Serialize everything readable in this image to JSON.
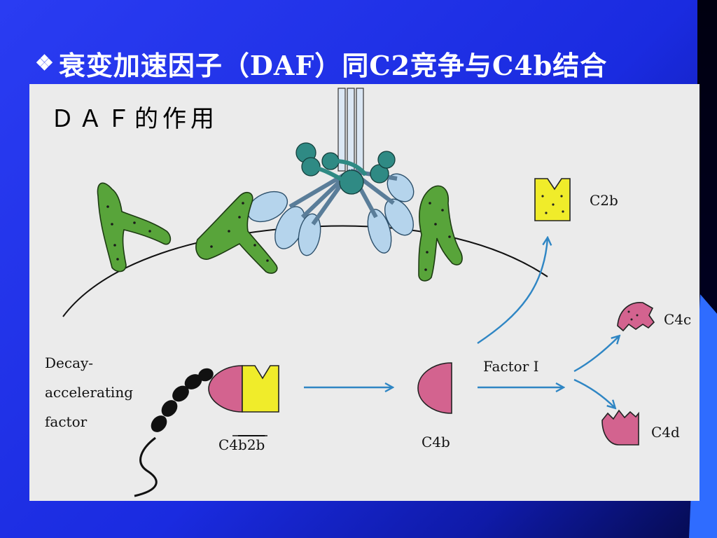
{
  "slide": {
    "title_bullet": "❖",
    "title": "衰变加速因子（DAF）同C2竞争与C4b结合",
    "colors": {
      "background": "#1f30e8",
      "panel": "#ebebeb",
      "title_text": "#ffffff"
    }
  },
  "diagram": {
    "heading": "ＤＡＦ的作用",
    "labels": {
      "daf_line1": "Decay-",
      "daf_line2": "accelerating",
      "daf_line3": "factor",
      "c4b2b_prefix": "C4",
      "c4b2b_overlined": "b2b",
      "c4b": "C4b",
      "factor_i": "Factor I",
      "c2b": "C2b",
      "c4c": "C4c",
      "c4d": "C4d"
    },
    "colors": {
      "c4_pink": "#d3638f",
      "c2_yellow": "#f0ec2a",
      "receptor_green": "#58a43a",
      "c1q_teal": "#2f8a84",
      "c1_lightblue": "#b5d4ec",
      "arrow_blue": "#2f86c4"
    }
  }
}
